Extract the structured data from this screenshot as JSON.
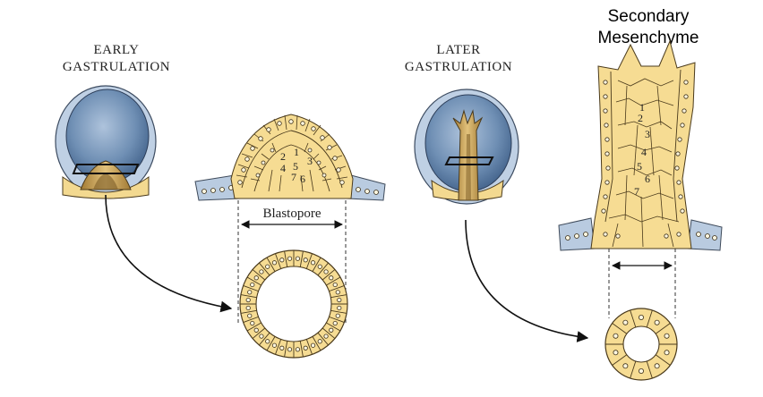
{
  "panels": {
    "early": {
      "title_line1": "EARLY",
      "title_line2": "GASTRULATION"
    },
    "later": {
      "title_line1": "LATER",
      "title_line2": "GASTRULATION"
    },
    "secondary": {
      "title_line1": "Secondary",
      "title_line2": "Mesenchyme"
    }
  },
  "blastopore_label": "Blastopore",
  "cell_numbers_left": [
    "1",
    "2",
    "3",
    "4",
    "5",
    "6",
    "7"
  ],
  "cell_numbers_right": [
    "1",
    "2",
    "3",
    "4",
    "5",
    "6",
    "7"
  ],
  "colors": {
    "endoderm_yellow": "#f6dc93",
    "ectoderm_blue": "#b9cbe0",
    "embryo_dark_blue": "#5a7aa0",
    "archenteron_tan": "#c9a25a",
    "outline": "#4a3a1c"
  }
}
